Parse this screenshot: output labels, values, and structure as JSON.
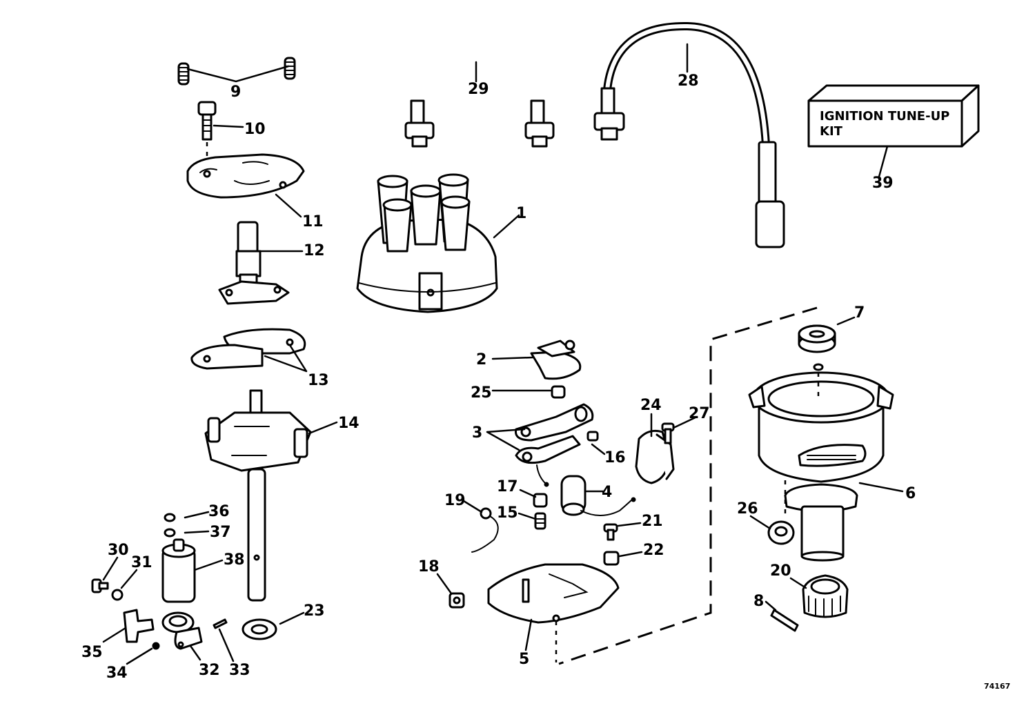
{
  "diagram": {
    "drawing_number": "74167",
    "kit_label_line1": "IGNITION TUNE-UP",
    "kit_label_line2": "KIT"
  },
  "callouts": [
    {
      "id": "c1",
      "label": "1"
    },
    {
      "id": "c2",
      "label": "2"
    },
    {
      "id": "c3",
      "label": "3"
    },
    {
      "id": "c4",
      "label": "4"
    },
    {
      "id": "c5",
      "label": "5"
    },
    {
      "id": "c6",
      "label": "6"
    },
    {
      "id": "c7",
      "label": "7"
    },
    {
      "id": "c8",
      "label": "8"
    },
    {
      "id": "c9",
      "label": "9"
    },
    {
      "id": "c10",
      "label": "10"
    },
    {
      "id": "c11",
      "label": "11"
    },
    {
      "id": "c12",
      "label": "12"
    },
    {
      "id": "c13",
      "label": "13"
    },
    {
      "id": "c14",
      "label": "14"
    },
    {
      "id": "c15",
      "label": "15"
    },
    {
      "id": "c16",
      "label": "16"
    },
    {
      "id": "c17",
      "label": "17"
    },
    {
      "id": "c18",
      "label": "18"
    },
    {
      "id": "c19",
      "label": "19"
    },
    {
      "id": "c20",
      "label": "20"
    },
    {
      "id": "c21",
      "label": "21"
    },
    {
      "id": "c22",
      "label": "22"
    },
    {
      "id": "c23",
      "label": "23"
    },
    {
      "id": "c24",
      "label": "24"
    },
    {
      "id": "c25",
      "label": "25"
    },
    {
      "id": "c26",
      "label": "26"
    },
    {
      "id": "c27",
      "label": "27"
    },
    {
      "id": "c28",
      "label": "28"
    },
    {
      "id": "c29",
      "label": "29"
    },
    {
      "id": "c30",
      "label": "30"
    },
    {
      "id": "c31",
      "label": "31"
    },
    {
      "id": "c32",
      "label": "32"
    },
    {
      "id": "c33",
      "label": "33"
    },
    {
      "id": "c34",
      "label": "34"
    },
    {
      "id": "c35",
      "label": "35"
    },
    {
      "id": "c36",
      "label": "36"
    },
    {
      "id": "c37",
      "label": "37"
    },
    {
      "id": "c38",
      "label": "38"
    },
    {
      "id": "c39",
      "label": "39"
    }
  ]
}
